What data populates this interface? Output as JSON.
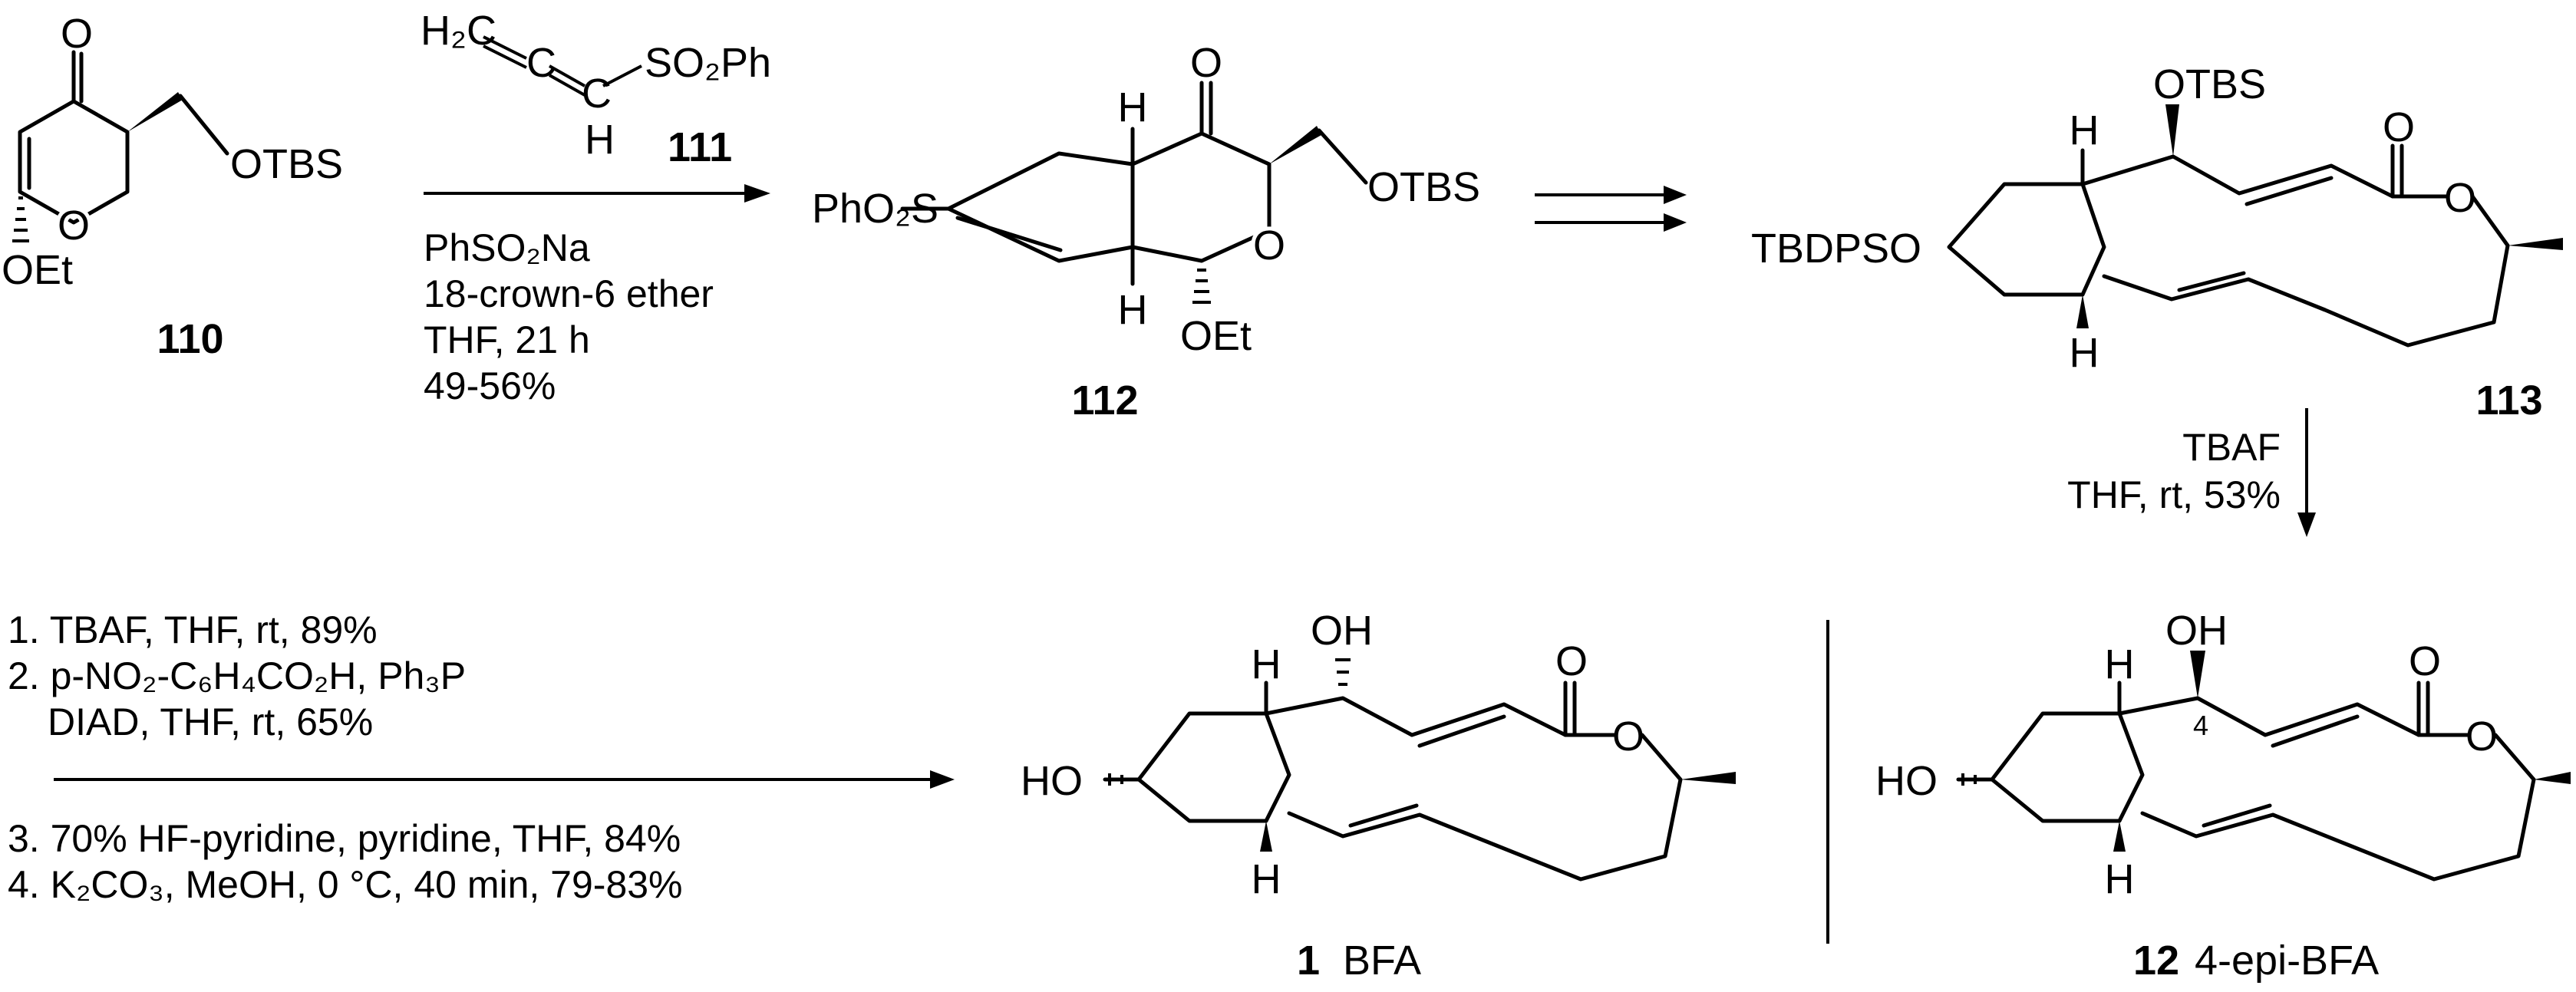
{
  "compounds": {
    "c110": {
      "number": "110",
      "oxo": "O",
      "ring_o": "O",
      "side": "OTBS",
      "alkoxy": "OEt"
    },
    "c111": {
      "number": "111",
      "h2c": "H₂C",
      "c1": "C",
      "c2": "C",
      "h": "H",
      "so2ph": "SO₂Ph"
    },
    "c112": {
      "number": "112",
      "oxo": "O",
      "ring_o": "O",
      "side": "OTBS",
      "alkoxy": "OEt",
      "sulfonyl": "PhO₂S",
      "h_top": "H",
      "h_bottom": "H"
    },
    "c113": {
      "number": "113",
      "otbs": "OTBS",
      "oxo": "O",
      "ring_o": "O",
      "tbdpso": "TBDPSO",
      "h_top": "H",
      "h_bottom": "H"
    },
    "c1": {
      "number": "1",
      "name": "BFA",
      "oh_top": "OH",
      "oxo": "O",
      "ring_o": "O",
      "ho": "HO",
      "h_top": "H",
      "h_bottom": "H"
    },
    "c12": {
      "number": "12",
      "name": "4-epi-BFA",
      "oh_top": "OH",
      "oxo": "O",
      "ring_o": "O",
      "ho": "HO",
      "h_top": "H",
      "h_bottom": "H",
      "position": "4"
    }
  },
  "conditions": {
    "step1": [
      "PhSO₂Na",
      "18-crown-6 ether",
      "THF, 21 h",
      "49-56%"
    ],
    "step3": [
      "TBAF",
      "THF, rt, 53%"
    ],
    "step4": [
      "1. TBAF, THF, rt, 89%",
      "2. p-NO₂-C₆H₄CO₂H, Ph₃P",
      "DIAD, THF, rt, 65%",
      "3. 70% HF-pyridine, pyridine, THF, 84%",
      "4. K₂CO₃, MeOH, 0 °C, 40 min, 79-83%"
    ]
  }
}
